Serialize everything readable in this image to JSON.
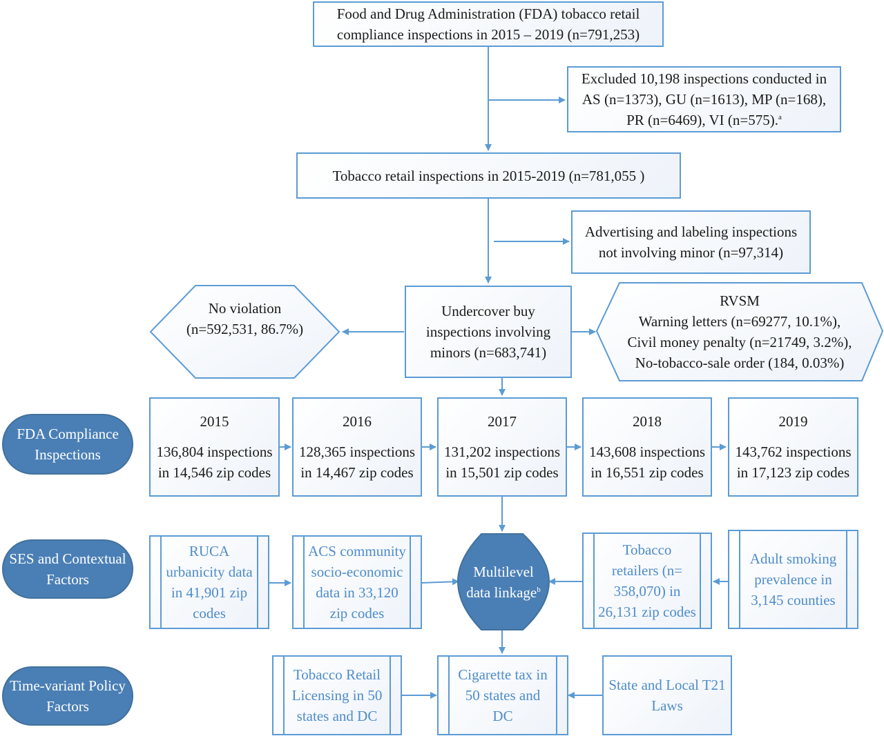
{
  "top_box": {
    "line1": "Food and Drug Administration (FDA) tobacco retail",
    "line2": "compliance inspections in 2015 – 2019 (n=791,253)"
  },
  "excluded_box": {
    "line1": "Excluded 10,198 inspections conducted in",
    "line2": "AS (n=1373), GU (n=1613), MP (n=168),",
    "line3": "PR (n=6469), VI (n=575).",
    "sup": "a"
  },
  "retail_box": {
    "text": "Tobacco retail inspections in 2015-2019 (n=781,055 )"
  },
  "advertising_box": {
    "line1": "Advertising and labeling inspections",
    "line2": "not involving minor (n=97,314)"
  },
  "no_violation": {
    "line1": "No violation",
    "line2": "(n=592,531, 86.7%)"
  },
  "undercover_box": {
    "line1": "Undercover buy",
    "line2": "inspections involving",
    "line3": "minors (n=683,741)"
  },
  "rvsm": {
    "title": "RVSM",
    "line1": "Warning letters (n=69277, 10.1%),",
    "line2": "Civil money penalty (n=21749, 3.2%),",
    "line3": "No-tobacco-sale order (184, 0.03%)"
  },
  "row_labels": [
    {
      "line1": "FDA Compliance",
      "line2": "Inspections"
    },
    {
      "line1": "SES and Contextual",
      "line2": "Factors"
    },
    {
      "line1": "Time-variant Policy",
      "line2": "Factors"
    }
  ],
  "years": [
    {
      "year": "2015",
      "line1": "136,804 inspections",
      "line2": "in 14,546 zip codes"
    },
    {
      "year": "2016",
      "line1": "128,365 inspections",
      "line2": "in 14,467 zip codes"
    },
    {
      "year": "2017",
      "line1": "131,202 inspections",
      "line2": "in 15,501 zip codes"
    },
    {
      "year": "2018",
      "line1": "143,608 inspections",
      "line2": "in 16,551 zip codes"
    },
    {
      "year": "2019",
      "line1": "143,762 inspections",
      "line2": "in 17,123 zip codes"
    }
  ],
  "ses": {
    "ruca": [
      "RUCA",
      "urbanicity data",
      "in 41,901 zip",
      "codes"
    ],
    "acs": [
      "ACS community",
      "socio-economic",
      "data in 33,120",
      "zip codes"
    ],
    "retailers": [
      "Tobacco",
      "retailers (n=",
      "358,070) in",
      "26,131 zip codes"
    ],
    "smoking": [
      "Adult smoking",
      "prevalence in",
      "3,145 counties"
    ]
  },
  "linkage": {
    "line1": "Multilevel",
    "line2": "data linkage",
    "sup": "b"
  },
  "policy": {
    "licensing": [
      "Tobacco Retail",
      "Licensing in 50",
      "states and DC"
    ],
    "cigarette_tax": [
      "Cigarette tax in",
      "50 states and",
      "DC"
    ],
    "t21": [
      "State and Local T21",
      "Laws"
    ]
  },
  "colors": {
    "border": "#5b9bd5",
    "arrow": "#5b9bd5",
    "pill_fill": "#4a7fb5",
    "factor_text": "#4f8cc9"
  }
}
